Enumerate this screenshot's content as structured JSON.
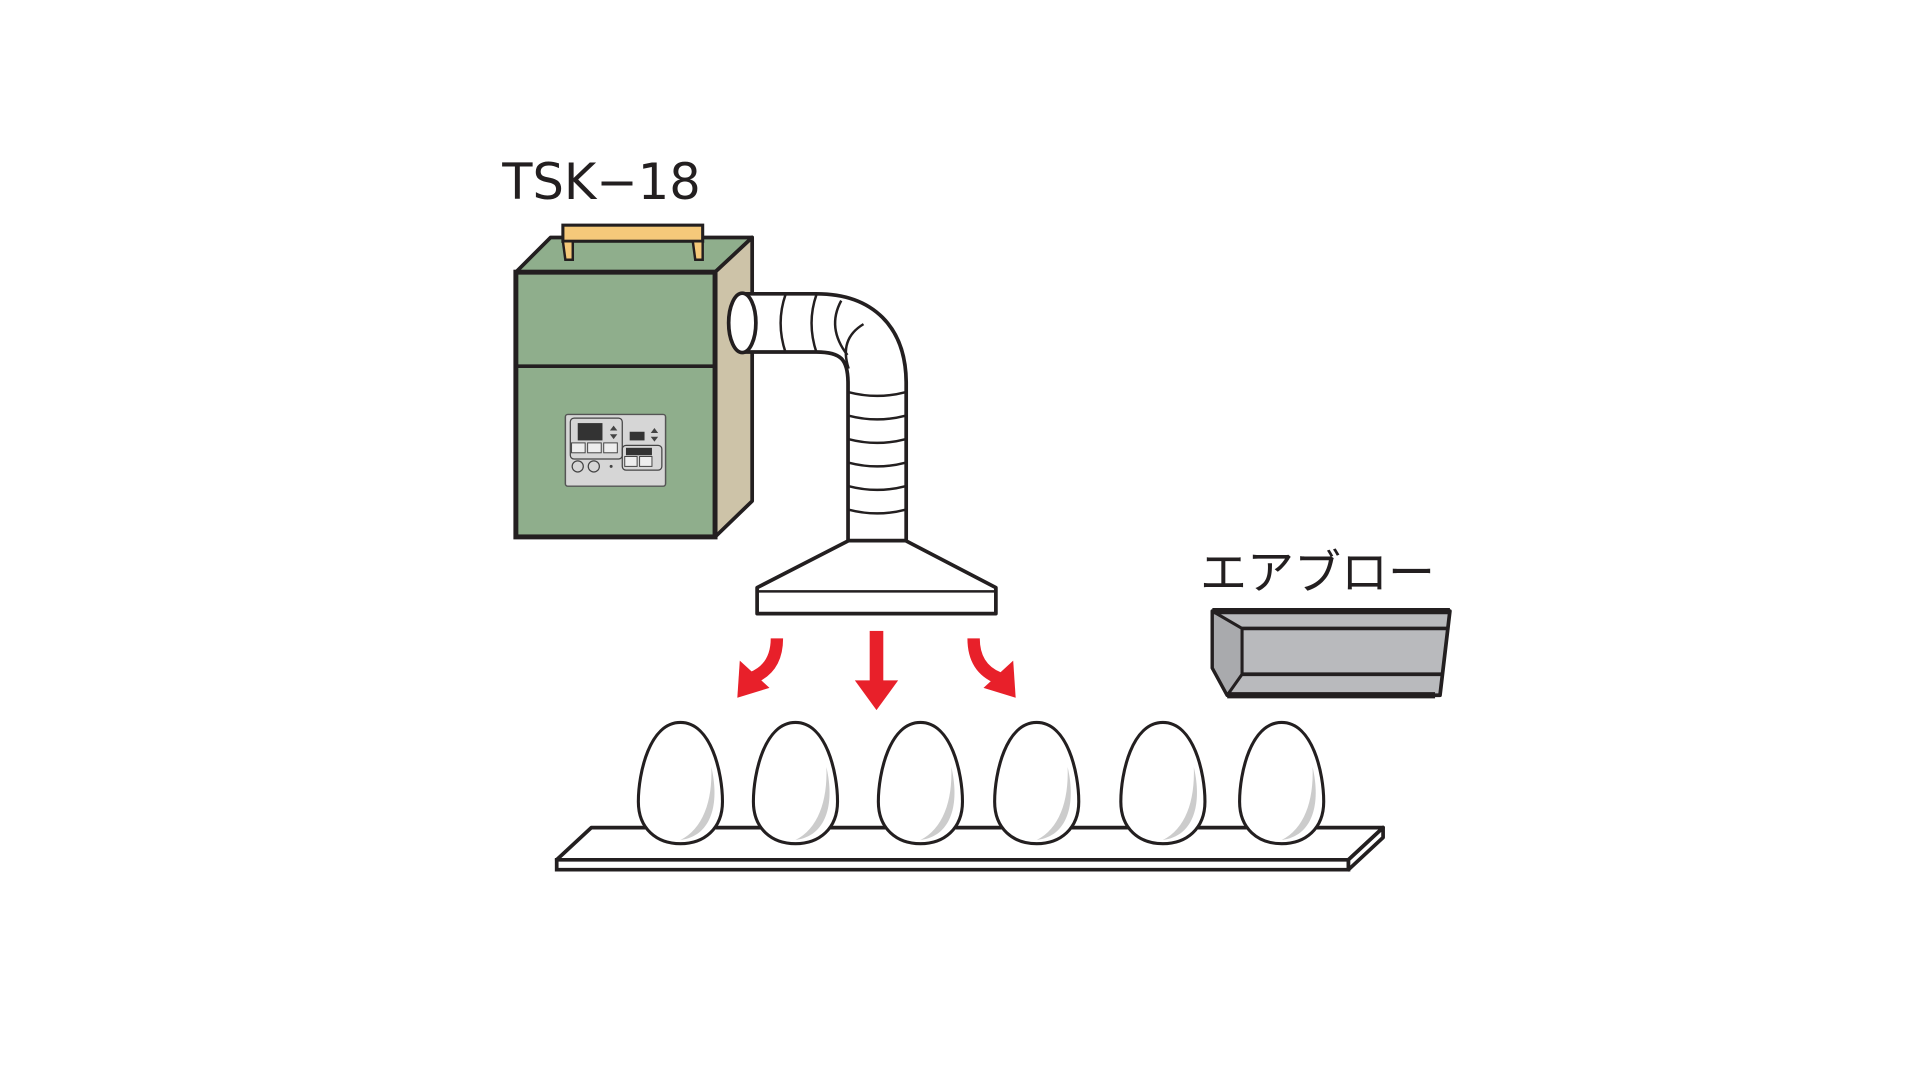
{
  "labels": {
    "unit_name": "TSK−18",
    "air_blow": "エアブロー"
  },
  "colors": {
    "unit_front": "#8fae8c",
    "unit_side": "#cdc3a8",
    "handle": "#f5c97a",
    "panel": "#d6d6d6",
    "arrow": "#e8202a",
    "air_blow_bar": "#b9babd",
    "outline": "#231f20"
  },
  "eggs_count": 6,
  "arrows": [
    "left",
    "down",
    "right"
  ]
}
